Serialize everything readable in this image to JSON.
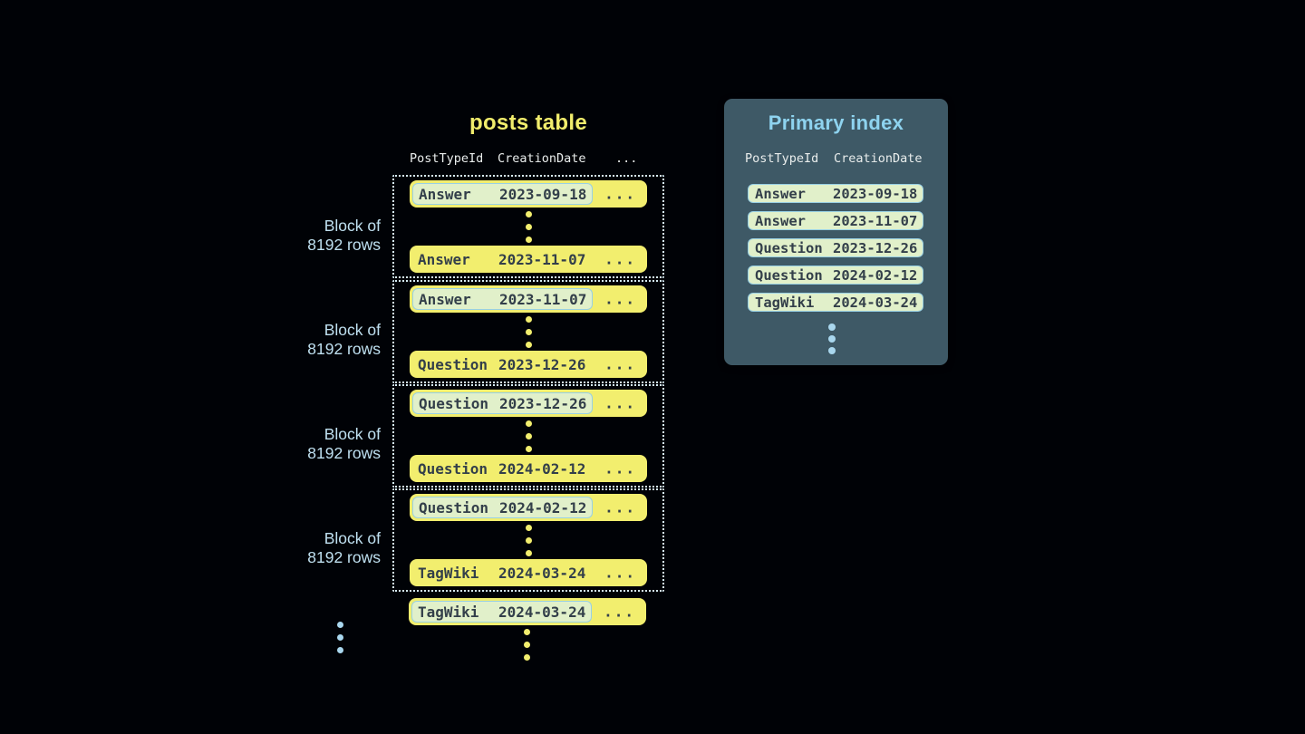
{
  "posts_table": {
    "title": "posts table",
    "columns": [
      "PostTypeId",
      "CreationDate",
      "..."
    ],
    "block_label": {
      "line1": "Block of",
      "line2": "8192 rows"
    },
    "blocks": [
      {
        "first_row": {
          "type": "Answer",
          "date": "2023-09-18",
          "more": "..."
        },
        "last_row": {
          "type": "Answer",
          "date": "2023-11-07",
          "more": "..."
        }
      },
      {
        "first_row": {
          "type": "Answer",
          "date": "2023-11-07",
          "more": "..."
        },
        "last_row": {
          "type": "Question",
          "date": "2023-12-26",
          "more": "..."
        }
      },
      {
        "first_row": {
          "type": "Question",
          "date": "2023-12-26",
          "more": "..."
        },
        "last_row": {
          "type": "Question",
          "date": "2024-02-12",
          "more": "..."
        }
      },
      {
        "first_row": {
          "type": "Question",
          "date": "2024-02-12",
          "more": "..."
        },
        "last_row": {
          "type": "TagWiki",
          "date": "2024-03-24",
          "more": "..."
        }
      }
    ],
    "overflow_row": {
      "type": "TagWiki",
      "date": "2024-03-24",
      "more": "..."
    }
  },
  "primary_index": {
    "title": "Primary index",
    "columns": [
      "PostTypeId",
      "CreationDate"
    ],
    "entries": [
      {
        "type": "Answer",
        "date": "2023-09-18"
      },
      {
        "type": "Answer",
        "date": "2023-11-07"
      },
      {
        "type": "Question",
        "date": "2023-12-26"
      },
      {
        "type": "Question",
        "date": "2024-02-12"
      },
      {
        "type": "TagWiki",
        "date": "2024-03-24"
      }
    ]
  },
  "colors": {
    "background": "#000206",
    "row_yellow": "#f2ee6e",
    "row_text": "#333f4a",
    "highlight_green": "#e1f0ca",
    "highlight_border": "#98d0e4",
    "dotted_border": "#d6ecf5",
    "panel_background": "#3e5966",
    "panel_title": "#8ed3ef",
    "label_blue": "#bfe0f0",
    "header_text": "#e9edec",
    "dot_blue": "#a9d7ee"
  }
}
